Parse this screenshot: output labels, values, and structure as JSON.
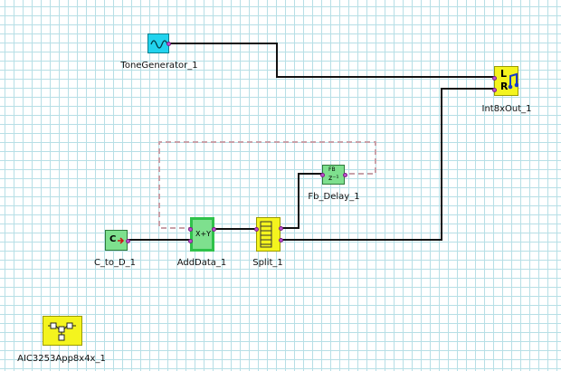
{
  "diagram": {
    "background_color": "#ffffff",
    "grid_color": "#b7dfe6",
    "wire_color": "#111111",
    "feedback_color": "#c8a0a8",
    "blocks": [
      {
        "id": "tonegen",
        "label": "ToneGenerator_1",
        "icon": "sine-wave-icon",
        "color": "#22d3ee"
      },
      {
        "id": "int8xout",
        "label": "Int8xOut_1",
        "icon": "audio-output-icon",
        "color": "#f4f41e"
      },
      {
        "id": "fbdelay",
        "label": "Fb_Delay_1",
        "icon": "feedback-delay-icon",
        "color": "#7ee08e"
      },
      {
        "id": "ctod",
        "label": "C_to_D_1",
        "icon": "constant-icon",
        "color": "#7ee08e"
      },
      {
        "id": "adddata",
        "label": "AddData_1",
        "icon": "adder-icon",
        "color": "#7ee08e"
      },
      {
        "id": "split",
        "label": "Split_1",
        "icon": "splitter-icon",
        "color": "#f4f41e"
      },
      {
        "id": "aic",
        "label": "AIC3253App8x4x_1",
        "icon": "codec-icon",
        "color": "#f4f41e"
      }
    ],
    "ctod_glyph": "C",
    "adder_glyph": "X+Y",
    "out_left_channel": "L",
    "out_right_channel": "R",
    "fb_glyph": "FB",
    "fb_delay_glyph": "z⁻¹"
  }
}
